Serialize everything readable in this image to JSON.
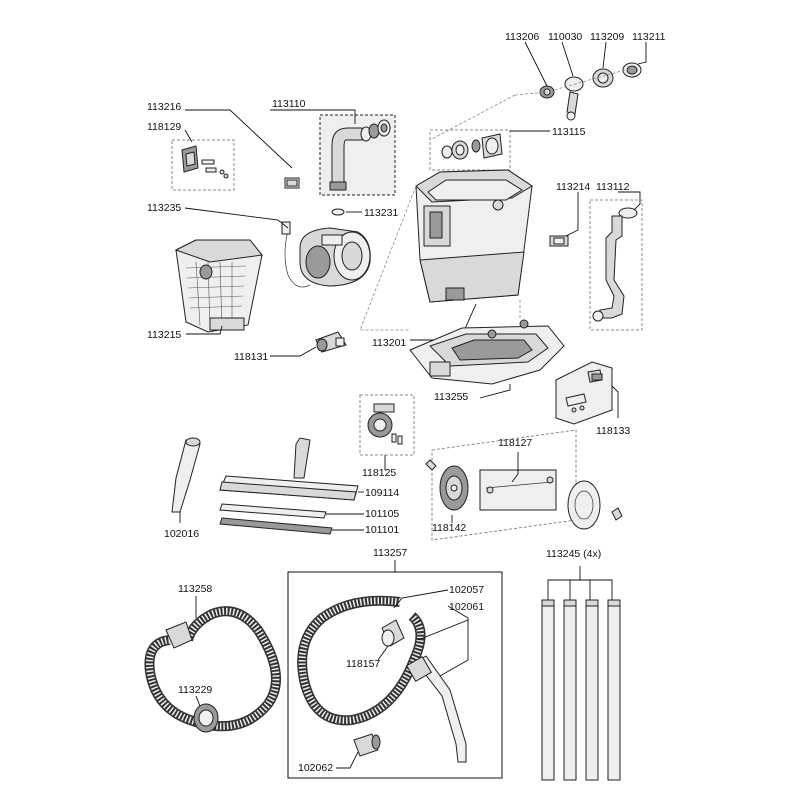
{
  "labels": {
    "p113206": "113206",
    "p110030": "110030",
    "p113209": "113209",
    "p113211": "113211",
    "p113216": "113216",
    "p118129": "118129",
    "p113110": "113110",
    "p113115": "113115",
    "p113235": "113235",
    "p113231": "113231",
    "p113214": "113214",
    "p113112": "113112",
    "p113215": "113215",
    "p118131": "118131",
    "p113201": "113201",
    "p113255": "113255",
    "p118133": "118133",
    "p118125": "118125",
    "p118127": "118127",
    "p109114": "109114",
    "p101105": "101105",
    "p101101": "101101",
    "p102016": "102016",
    "p118142": "118142",
    "p113257": "113257",
    "p113245": "113245 (4x)",
    "p113258": "113258",
    "p102057": "102057",
    "p102061": "102061",
    "p118157": "118157",
    "p113229": "113229",
    "p102062": "102062"
  }
}
